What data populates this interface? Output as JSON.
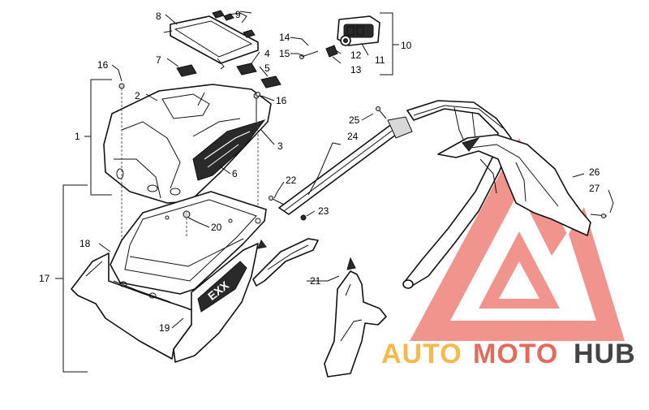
{
  "callouts": {
    "c1": "1",
    "c2": "2",
    "c3": "3",
    "c4": "4",
    "c5": "5",
    "c6": "6",
    "c7": "7",
    "c8": "8",
    "c9": "9",
    "c10": "10",
    "c11": "11",
    "c12": "12",
    "c13": "13",
    "c14": "14",
    "c15": "15",
    "c16a": "16",
    "c16b": "16",
    "c17": "17",
    "c18": "18",
    "c19": "19",
    "c20": "20",
    "c21": "21",
    "c22": "22",
    "c23": "23",
    "c24": "24",
    "c25": "25",
    "c26": "26",
    "c27": "27"
  },
  "decal_text": "EXX",
  "watermark": {
    "part1": "AUTO",
    "part2": "MOTO",
    "part3": "HUB",
    "colors": {
      "auto": "#f6b94a",
      "moto": "#e46a5e",
      "hub": "#444444",
      "logo": "#e9534a"
    }
  }
}
